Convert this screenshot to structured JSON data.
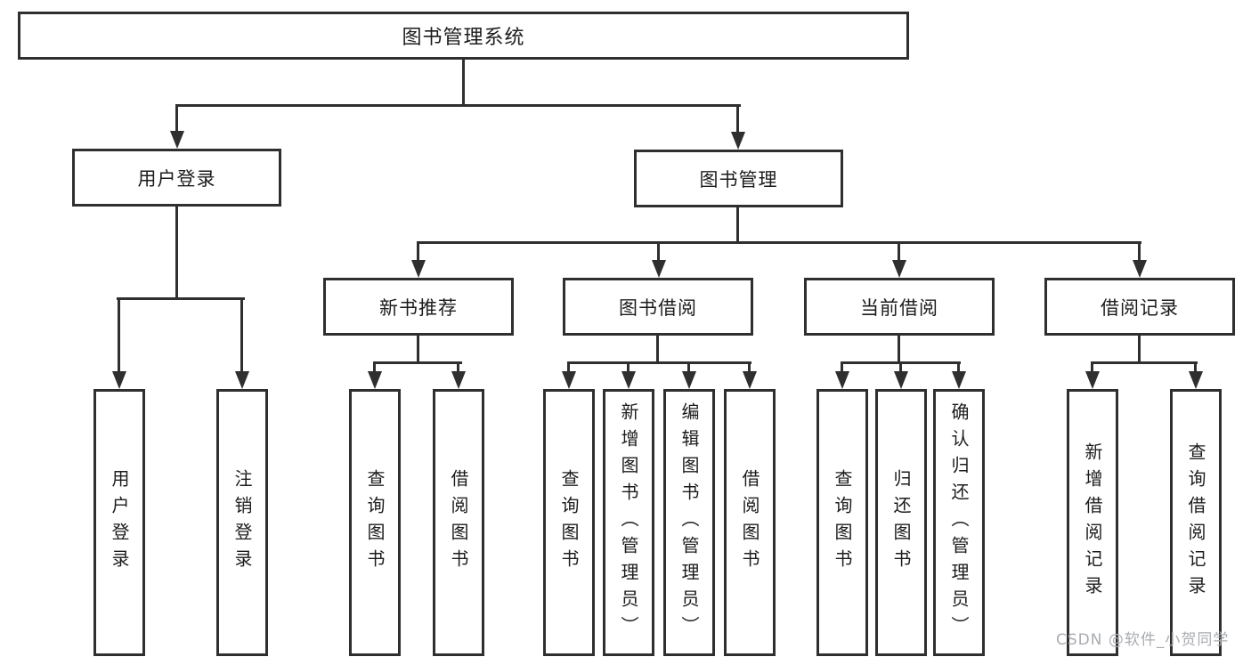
{
  "diagram": {
    "root": {
      "label": "图书管理系统"
    },
    "level2": [
      {
        "label": "用户登录"
      },
      {
        "label": "图书管理"
      }
    ],
    "level3": [
      {
        "label": "新书推荐"
      },
      {
        "label": "图书借阅"
      },
      {
        "label": "当前借阅"
      },
      {
        "label": "借阅记录"
      }
    ],
    "level4": [
      {
        "label": "用户登录"
      },
      {
        "label": "注销登录"
      },
      {
        "label": "查询图书"
      },
      {
        "label": "借阅图书"
      },
      {
        "label": "查询图书"
      },
      {
        "label": "新增图书（管理员）"
      },
      {
        "label": "编辑图书（管理员）"
      },
      {
        "label": "借阅图书"
      },
      {
        "label": "查询图书"
      },
      {
        "label": "归还图书"
      },
      {
        "label": "确认归还（管理员）"
      },
      {
        "label": "新增借阅记录"
      },
      {
        "label": "查询借阅记录"
      }
    ],
    "watermark": "CSDN @软件_小贺同学",
    "colors": {
      "line": "#2f2f2f",
      "text": "#1c1c1c",
      "watermark": "#a9acb1",
      "background": "#ffffff"
    }
  }
}
